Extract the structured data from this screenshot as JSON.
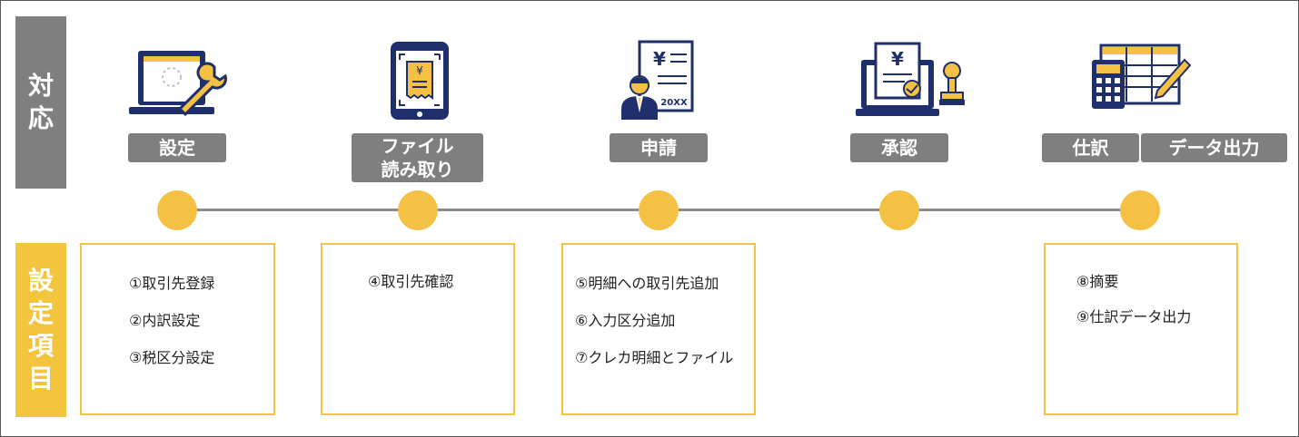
{
  "sidebar": {
    "top_label": [
      "対",
      "応"
    ],
    "bottom_label": [
      "設",
      "定",
      "項",
      "目"
    ]
  },
  "steps": [
    {
      "label": "設定",
      "icon": "laptop-wrench-icon"
    },
    {
      "label_lines": [
        "ファイル",
        "読み取り"
      ],
      "icon": "tablet-receipt-icon"
    },
    {
      "label": "申請",
      "icon": "businessman-invoice-icon"
    },
    {
      "label": "承認",
      "icon": "laptop-stamp-icon"
    },
    {
      "labels": [
        "仕訳",
        "データ出力"
      ],
      "icon": "spreadsheet-calculator-icon"
    }
  ],
  "boxes": [
    {
      "items": [
        "①取引先登録",
        "②内訳設定",
        "③税区分設定"
      ]
    },
    {
      "items": [
        "④取引先確認"
      ]
    },
    {
      "items": [
        "⑤明細への取引先追加",
        "⑥入力区分追加",
        "⑦クレカ明細とファイル"
      ]
    },
    {
      "items": [
        "⑧摘要",
        "⑨仕訳データ出力"
      ]
    }
  ],
  "icon_text": {
    "yen": "¥",
    "year": "20XX"
  },
  "colors": {
    "accent": "#f3c43e",
    "gray": "#7f7f7f",
    "navy": "#1f2f6b",
    "line": "#8c8c8c"
  }
}
